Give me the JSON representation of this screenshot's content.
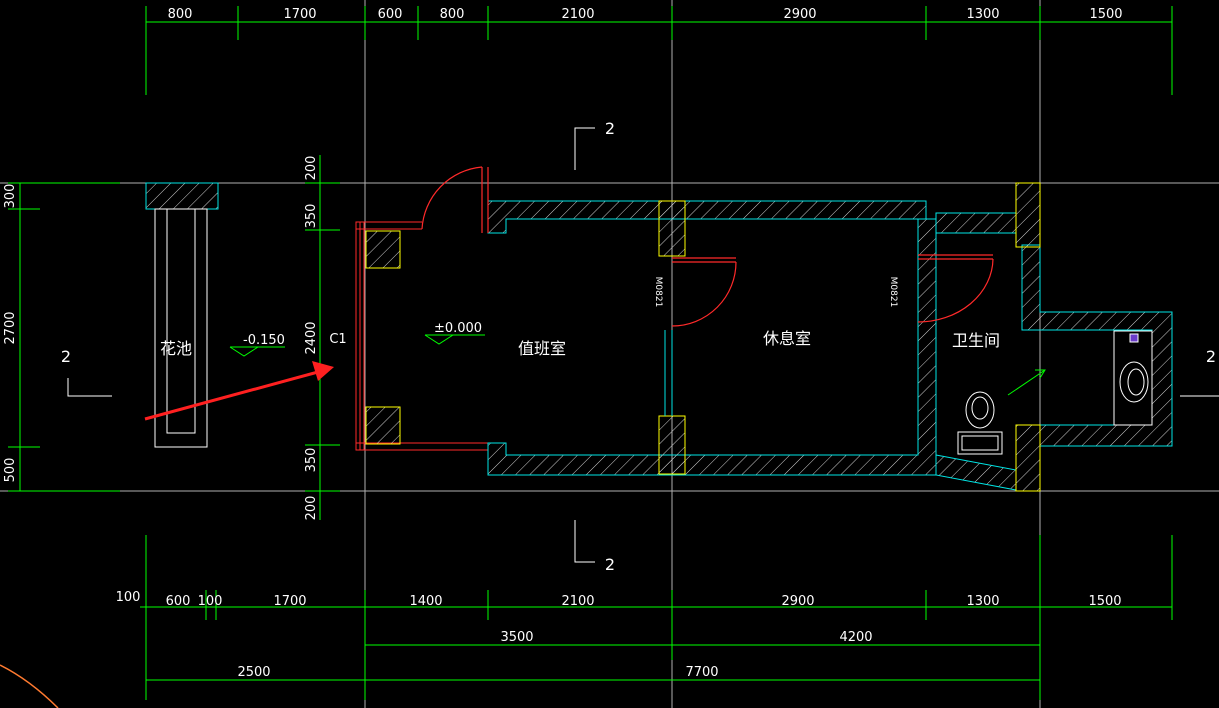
{
  "colors": {
    "background": "#000000",
    "dimension_line": "#00ff00",
    "grid_line": "#b0b0b0",
    "wall_outline": "#00e5e5",
    "door": "#ff2a2a",
    "column": "#ffff00",
    "arrow": "#ff2020",
    "text": "#ffffff"
  },
  "top_dims": [
    "800",
    "1700",
    "600",
    "800",
    "2100",
    "2900",
    "1300",
    "1500"
  ],
  "bottom_dims_row1": [
    "100",
    "600",
    "100",
    "1700",
    "1400",
    "2100",
    "2900",
    "1300",
    "1500"
  ],
  "bottom_dims_row2": [
    "3500",
    "4200"
  ],
  "bottom_dims_row3": [
    "2500",
    "7700"
  ],
  "left_dims": [
    "300",
    "2700",
    "500"
  ],
  "inner_left_dims": [
    "200",
    "350",
    "2400",
    "350",
    "200"
  ],
  "rooms": {
    "duty_room": "值班室",
    "rest_room": "休息室",
    "toilet": "卫生间",
    "flower_bed": "花池"
  },
  "elevations": {
    "flower_bed": "-0.150",
    "floor": "±0.000"
  },
  "window_tag": "C1",
  "door_tags": [
    "M0821",
    "M0821"
  ],
  "section_marks": [
    "2",
    "2",
    "2",
    "2"
  ]
}
